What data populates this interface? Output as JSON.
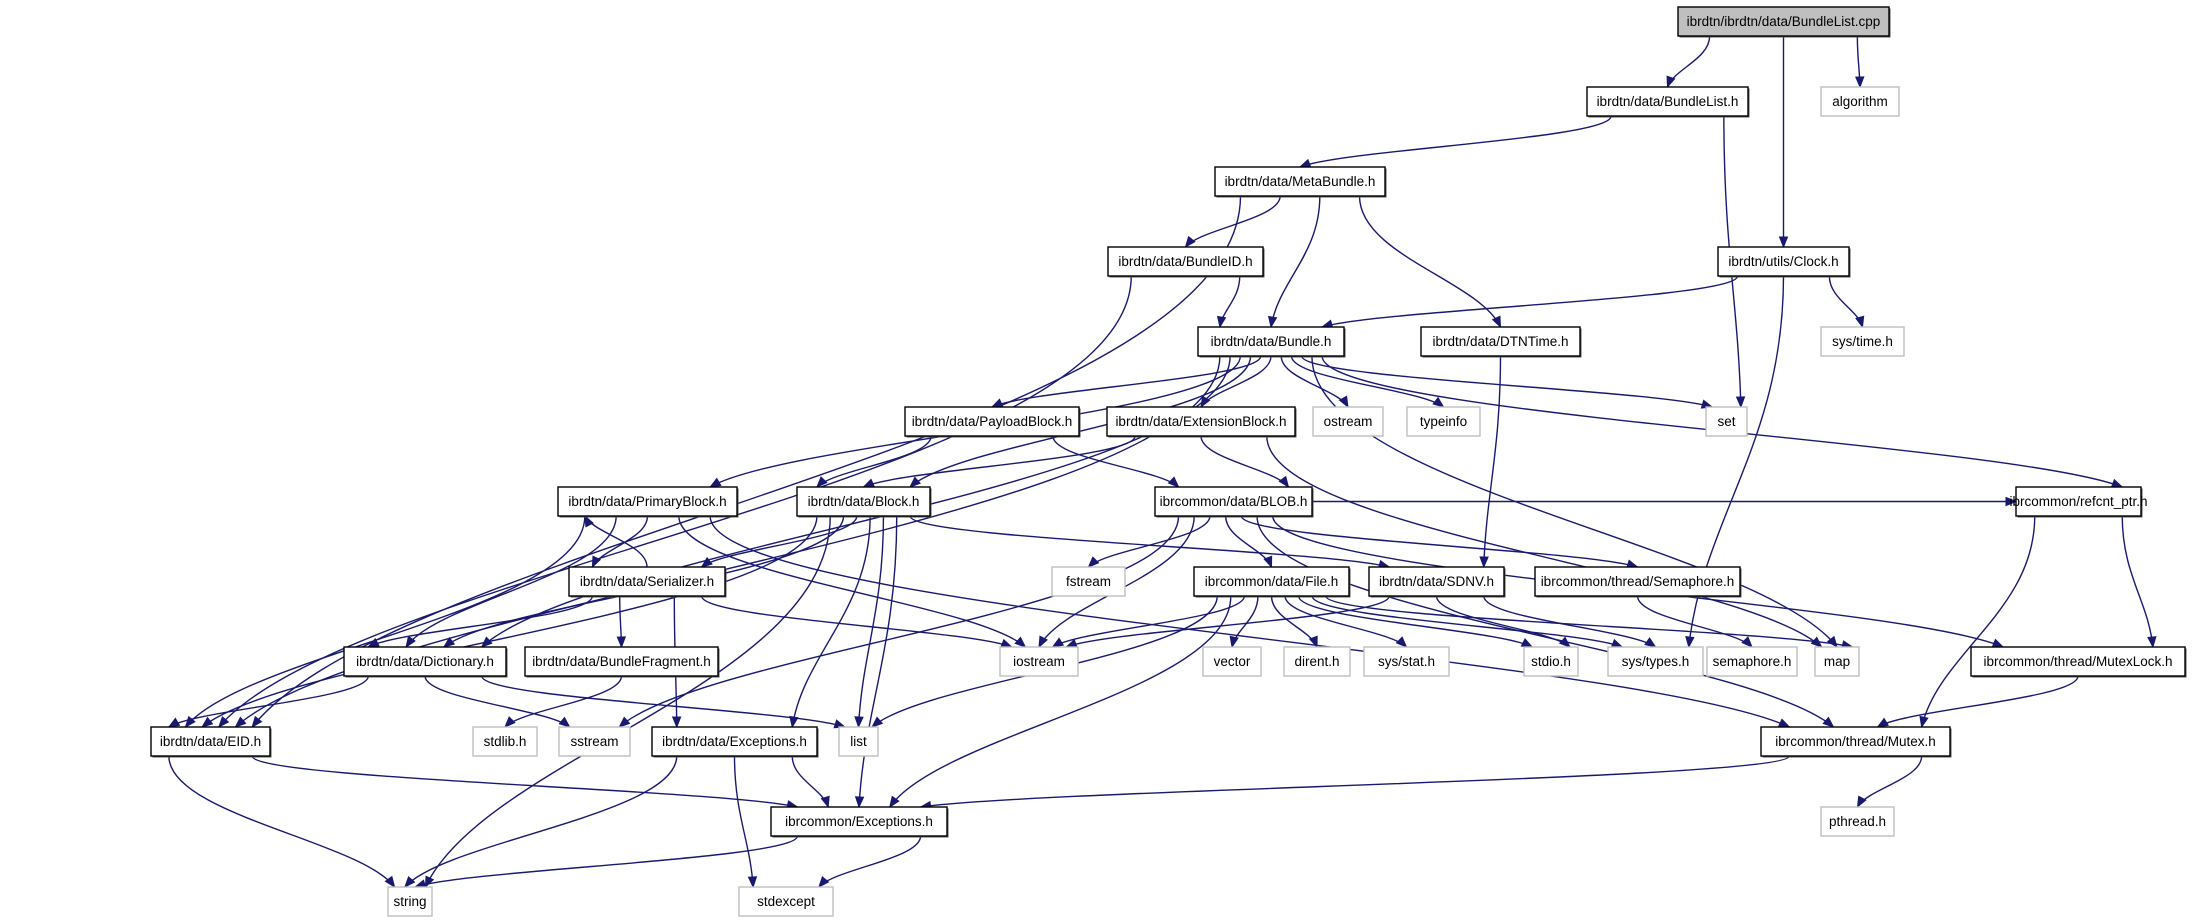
{
  "title": "Include dependency graph for ibrdtn/ibrdtn/data/BundleList.cpp",
  "colors": {
    "edge": "#191970",
    "root_fill": "#bfbfbf",
    "local_border": "#000000",
    "system_border": "#bfbfbf"
  },
  "nodes": [
    {
      "id": "root",
      "label": "ibrdtn/ibrdtn/data/BundleList.cpp",
      "kind": "root"
    },
    {
      "id": "bundlelist_h",
      "label": "ibrdtn/data/BundleList.h",
      "kind": "local"
    },
    {
      "id": "algorithm",
      "label": "algorithm",
      "kind": "system"
    },
    {
      "id": "metabundle_h",
      "label": "ibrdtn/data/MetaBundle.h",
      "kind": "local"
    },
    {
      "id": "bundleid_h",
      "label": "ibrdtn/data/BundleID.h",
      "kind": "local"
    },
    {
      "id": "clock_h",
      "label": "ibrdtn/utils/Clock.h",
      "kind": "local"
    },
    {
      "id": "bundle_h",
      "label": "ibrdtn/data/Bundle.h",
      "kind": "local"
    },
    {
      "id": "dtntime_h",
      "label": "ibrdtn/data/DTNTime.h",
      "kind": "local"
    },
    {
      "id": "systime_h",
      "label": "sys/time.h",
      "kind": "system"
    },
    {
      "id": "payloadblock_h",
      "label": "ibrdtn/data/PayloadBlock.h",
      "kind": "local"
    },
    {
      "id": "extensionblock_h",
      "label": "ibrdtn/data/ExtensionBlock.h",
      "kind": "local"
    },
    {
      "id": "ostream",
      "label": "ostream",
      "kind": "system"
    },
    {
      "id": "typeinfo",
      "label": "typeinfo",
      "kind": "system"
    },
    {
      "id": "set",
      "label": "set",
      "kind": "system"
    },
    {
      "id": "primaryblock_h",
      "label": "ibrdtn/data/PrimaryBlock.h",
      "kind": "local"
    },
    {
      "id": "block_h",
      "label": "ibrdtn/data/Block.h",
      "kind": "local"
    },
    {
      "id": "blob_h",
      "label": "ibrcommon/data/BLOB.h",
      "kind": "local"
    },
    {
      "id": "refcnt_ptr_h",
      "label": "ibrcommon/refcnt_ptr.h",
      "kind": "local"
    },
    {
      "id": "serializer_h",
      "label": "ibrdtn/data/Serializer.h",
      "kind": "local"
    },
    {
      "id": "fstream",
      "label": "fstream",
      "kind": "system"
    },
    {
      "id": "file_h",
      "label": "ibrcommon/data/File.h",
      "kind": "local"
    },
    {
      "id": "sdnv_h",
      "label": "ibrdtn/data/SDNV.h",
      "kind": "local"
    },
    {
      "id": "semaphore_thread_h",
      "label": "ibrcommon/thread/Semaphore.h",
      "kind": "local"
    },
    {
      "id": "dictionary_h",
      "label": "ibrdtn/data/Dictionary.h",
      "kind": "local"
    },
    {
      "id": "bundlefragment_h",
      "label": "ibrdtn/data/BundleFragment.h",
      "kind": "local"
    },
    {
      "id": "iostream",
      "label": "iostream",
      "kind": "system"
    },
    {
      "id": "vector",
      "label": "vector",
      "kind": "system"
    },
    {
      "id": "dirent_h",
      "label": "dirent.h",
      "kind": "system"
    },
    {
      "id": "sysstat_h",
      "label": "sys/stat.h",
      "kind": "system"
    },
    {
      "id": "stdio_h",
      "label": "stdio.h",
      "kind": "system"
    },
    {
      "id": "systypes_h",
      "label": "sys/types.h",
      "kind": "system"
    },
    {
      "id": "semaphore_h",
      "label": "semaphore.h",
      "kind": "system"
    },
    {
      "id": "map",
      "label": "map",
      "kind": "system"
    },
    {
      "id": "mutexlock_h",
      "label": "ibrcommon/thread/MutexLock.h",
      "kind": "local"
    },
    {
      "id": "eid_h",
      "label": "ibrdtn/data/EID.h",
      "kind": "local"
    },
    {
      "id": "stdlib_h",
      "label": "stdlib.h",
      "kind": "system"
    },
    {
      "id": "sstream",
      "label": "sstream",
      "kind": "system"
    },
    {
      "id": "exceptions_dtn_h",
      "label": "ibrdtn/data/Exceptions.h",
      "kind": "local"
    },
    {
      "id": "list",
      "label": "list",
      "kind": "system"
    },
    {
      "id": "mutex_h",
      "label": "ibrcommon/thread/Mutex.h",
      "kind": "local"
    },
    {
      "id": "exceptions_common_h",
      "label": "ibrcommon/Exceptions.h",
      "kind": "local"
    },
    {
      "id": "pthread_h",
      "label": "pthread.h",
      "kind": "system"
    },
    {
      "id": "string",
      "label": "string",
      "kind": "system"
    },
    {
      "id": "stdexcept",
      "label": "stdexcept",
      "kind": "system"
    }
  ],
  "edges": [
    [
      "root",
      "bundlelist_h"
    ],
    [
      "root",
      "algorithm"
    ],
    [
      "root",
      "clock_h"
    ],
    [
      "bundlelist_h",
      "metabundle_h"
    ],
    [
      "bundlelist_h",
      "set"
    ],
    [
      "metabundle_h",
      "bundleid_h"
    ],
    [
      "metabundle_h",
      "bundle_h"
    ],
    [
      "metabundle_h",
      "dtntime_h"
    ],
    [
      "metabundle_h",
      "eid_h"
    ],
    [
      "bundleid_h",
      "bundle_h"
    ],
    [
      "bundleid_h",
      "eid_h"
    ],
    [
      "clock_h",
      "bundle_h"
    ],
    [
      "clock_h",
      "systime_h"
    ],
    [
      "clock_h",
      "systypes_h"
    ],
    [
      "bundle_h",
      "payloadblock_h"
    ],
    [
      "bundle_h",
      "extensionblock_h"
    ],
    [
      "bundle_h",
      "ostream"
    ],
    [
      "bundle_h",
      "typeinfo"
    ],
    [
      "bundle_h",
      "set"
    ],
    [
      "bundle_h",
      "primaryblock_h"
    ],
    [
      "bundle_h",
      "block_h"
    ],
    [
      "bundle_h",
      "dictionary_h"
    ],
    [
      "bundle_h",
      "eid_h"
    ],
    [
      "bundle_h",
      "refcnt_ptr_h"
    ],
    [
      "bundle_h",
      "map"
    ],
    [
      "dtntime_h",
      "sdnv_h"
    ],
    [
      "payloadblock_h",
      "block_h"
    ],
    [
      "payloadblock_h",
      "blob_h"
    ],
    [
      "extensionblock_h",
      "block_h"
    ],
    [
      "extensionblock_h",
      "blob_h"
    ],
    [
      "extensionblock_h",
      "map"
    ],
    [
      "primaryblock_h",
      "serializer_h"
    ],
    [
      "primaryblock_h",
      "dictionary_h"
    ],
    [
      "primaryblock_h",
      "eid_h"
    ],
    [
      "primaryblock_h",
      "iostream"
    ],
    [
      "primaryblock_h",
      "mutex_h"
    ],
    [
      "block_h",
      "serializer_h"
    ],
    [
      "block_h",
      "dictionary_h"
    ],
    [
      "block_h",
      "eid_h"
    ],
    [
      "block_h",
      "sdnv_h"
    ],
    [
      "block_h",
      "exceptions_dtn_h"
    ],
    [
      "block_h",
      "list"
    ],
    [
      "block_h",
      "exceptions_common_h"
    ],
    [
      "block_h",
      "string"
    ],
    [
      "blob_h",
      "file_h"
    ],
    [
      "blob_h",
      "fstream"
    ],
    [
      "blob_h",
      "iostream"
    ],
    [
      "blob_h",
      "sstream"
    ],
    [
      "blob_h",
      "semaphore_thread_h"
    ],
    [
      "blob_h",
      "refcnt_ptr_h"
    ],
    [
      "blob_h",
      "mutexlock_h"
    ],
    [
      "blob_h",
      "mutex_h"
    ],
    [
      "refcnt_ptr_h",
      "mutexlock_h"
    ],
    [
      "refcnt_ptr_h",
      "mutex_h"
    ],
    [
      "serializer_h",
      "primaryblock_h"
    ],
    [
      "serializer_h",
      "dictionary_h"
    ],
    [
      "serializer_h",
      "bundlefragment_h"
    ],
    [
      "serializer_h",
      "exceptions_dtn_h"
    ],
    [
      "serializer_h",
      "iostream"
    ],
    [
      "file_h",
      "iostream"
    ],
    [
      "file_h",
      "vector"
    ],
    [
      "file_h",
      "dirent_h"
    ],
    [
      "file_h",
      "sysstat_h"
    ],
    [
      "file_h",
      "stdio_h"
    ],
    [
      "file_h",
      "systypes_h"
    ],
    [
      "file_h",
      "list"
    ],
    [
      "file_h",
      "map"
    ],
    [
      "file_h",
      "exceptions_common_h"
    ],
    [
      "sdnv_h",
      "stdio_h"
    ],
    [
      "sdnv_h",
      "systypes_h"
    ],
    [
      "sdnv_h",
      "iostream"
    ],
    [
      "semaphore_thread_h",
      "semaphore_h"
    ],
    [
      "dictionary_h",
      "eid_h"
    ],
    [
      "dictionary_h",
      "sstream"
    ],
    [
      "dictionary_h",
      "list"
    ],
    [
      "bundlefragment_h",
      "stdlib_h"
    ],
    [
      "mutexlock_h",
      "mutex_h"
    ],
    [
      "eid_h",
      "exceptions_common_h"
    ],
    [
      "eid_h",
      "string"
    ],
    [
      "exceptions_dtn_h",
      "exceptions_common_h"
    ],
    [
      "exceptions_dtn_h",
      "string"
    ],
    [
      "exceptions_dtn_h",
      "stdexcept"
    ],
    [
      "mutex_h",
      "exceptions_common_h"
    ],
    [
      "mutex_h",
      "pthread_h"
    ],
    [
      "exceptions_common_h",
      "string"
    ],
    [
      "exceptions_common_h",
      "stdexcept"
    ]
  ]
}
